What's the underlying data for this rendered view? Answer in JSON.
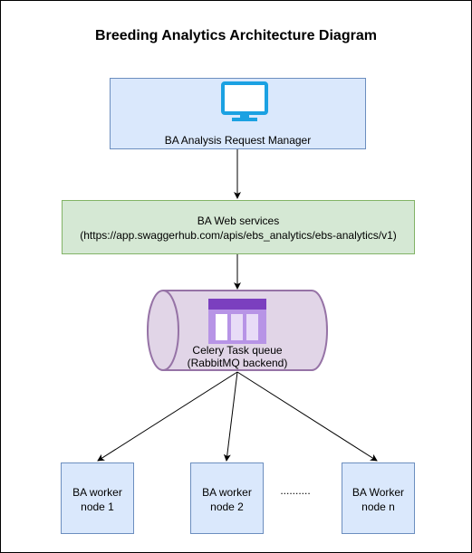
{
  "title": "Breeding Analytics Architecture Diagram",
  "manager": {
    "label": "BA Analysis Request Manager",
    "icon": "monitor-icon"
  },
  "web_services": {
    "line1": "BA Web services",
    "line2": "(https://app.swaggerhub.com/apis/ebs_analytics/ebs-analytics/v1)"
  },
  "queue": {
    "line1": "Celery Task queue",
    "line2": "(RabbitMQ backend)",
    "icon": "queue-icon"
  },
  "workers": [
    {
      "line1": "BA worker",
      "line2": "node 1"
    },
    {
      "line1": "BA worker",
      "line2": "node 2"
    },
    {
      "line1": "BA Worker",
      "line2": "node n"
    }
  ],
  "ellipsis": "..........",
  "colors": {
    "blue_fill": "#dae8fc",
    "blue_stroke": "#6c8ebf",
    "green_fill": "#d5e8d4",
    "green_stroke": "#82b366",
    "purple_fill": "#e1d5e7",
    "purple_stroke": "#9673a6",
    "monitor": "#1ba1e2"
  }
}
